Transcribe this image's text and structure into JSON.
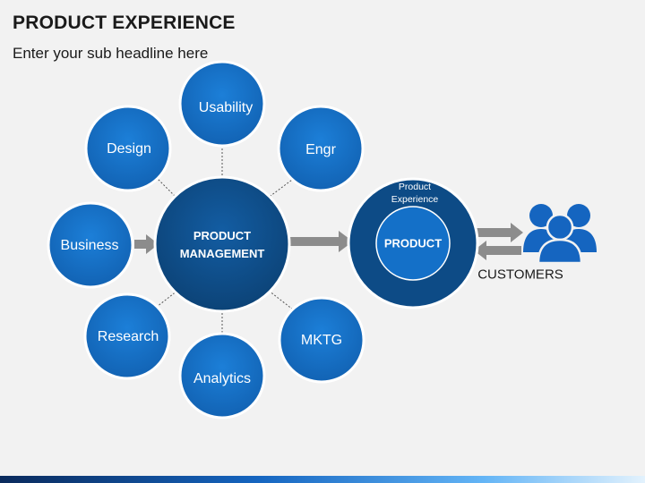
{
  "header": {
    "title": "PRODUCT EXPERIENCE",
    "subtitle": "Enter your sub headline here"
  },
  "center": {
    "line1": "PRODUCT",
    "line2": "MANAGEMENT"
  },
  "satellites": [
    "Usability",
    "Engr",
    "MKTG",
    "Analytics",
    "Research",
    "Business",
    "Design"
  ],
  "product": {
    "ring_line1": "Product",
    "ring_line2": "Experience",
    "label": "PRODUCT"
  },
  "customers": {
    "label": "CUSTOMERS",
    "icon": "customers-icon"
  },
  "colors": {
    "satellite": "#1470c8",
    "satellite_border": "#ffffff",
    "center": "#0f4f8e",
    "product_outer": "#0d4b86",
    "product_inner": "#1470c8",
    "arrow": "#8c8c8c",
    "people": "#1565c0"
  }
}
